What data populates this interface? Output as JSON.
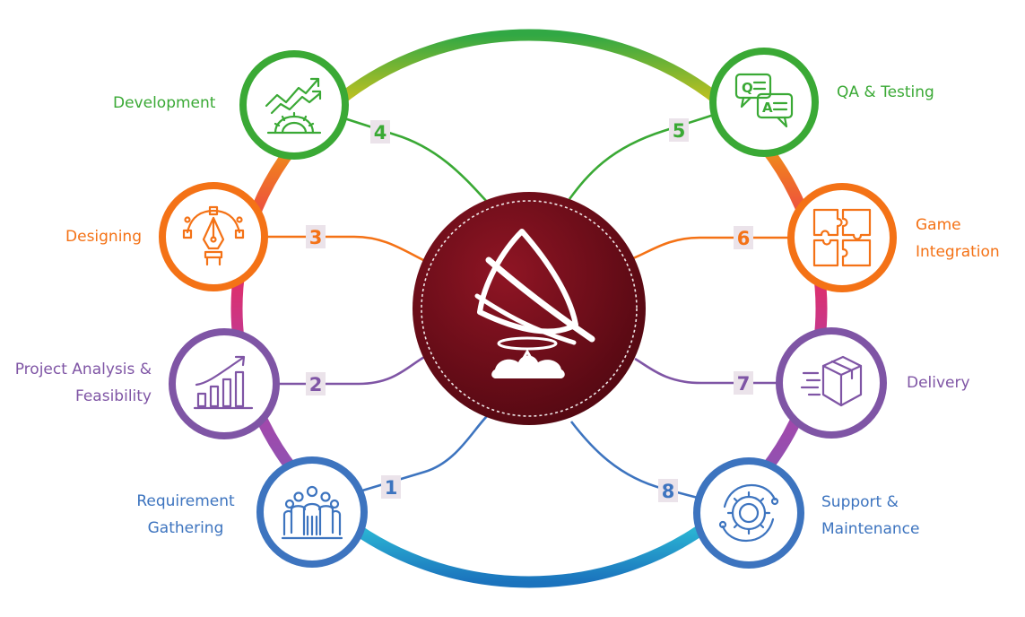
{
  "colors": {
    "green": "#3aa935",
    "orange": "#f47216",
    "purple": "#7f55a5",
    "blue": "#3d74bf",
    "center": "#7a0f1c",
    "badge_bg": "#ebe3ea"
  },
  "stages": [
    {
      "num": "1",
      "lines": [
        "Requirement",
        "Gathering"
      ],
      "icon": "team-icon",
      "color": "blue"
    },
    {
      "num": "2",
      "lines": [
        "Project Analysis &",
        "Feasibility"
      ],
      "icon": "growth-chart-icon",
      "color": "purple"
    },
    {
      "num": "3",
      "lines": [
        "Designing"
      ],
      "icon": "pen-tool-icon",
      "color": "orange"
    },
    {
      "num": "4",
      "lines": [
        "Development"
      ],
      "icon": "gear-growth-icon",
      "color": "green"
    },
    {
      "num": "5",
      "lines": [
        "QA & Testing"
      ],
      "icon": "qa-chat-icon",
      "color": "green"
    },
    {
      "num": "6",
      "lines": [
        "Game",
        "Integration"
      ],
      "icon": "puzzle-icon",
      "color": "orange"
    },
    {
      "num": "7",
      "lines": [
        "Delivery"
      ],
      "icon": "delivery-box-icon",
      "color": "purple"
    },
    {
      "num": "8",
      "lines": [
        "Support &",
        "Maintenance"
      ],
      "icon": "support-gear-icon",
      "color": "blue"
    }
  ]
}
